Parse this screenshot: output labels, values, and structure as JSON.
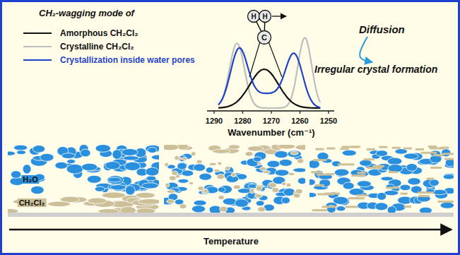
{
  "diagram": {
    "nodes": [
      {
        "text": [
          "Diffusion"
        ]
      },
      {
        "text": [
          "Irregular crystal formation"
        ]
      }
    ],
    "edges": [
      {
        "from": 0,
        "to": 1,
        "arrow": "to"
      }
    ],
    "labels": [
      "CH₂-wagging mode of",
      "H",
      "H",
      "C",
      "1290",
      "1280",
      "1270",
      "1260",
      "1250",
      "Wavenumber (cm⁻¹)",
      "H₂O",
      "CH₂Cl₂",
      "Temperature"
    ],
    "legend": [
      {
        "text": "Amorphous CH₂Cl₂"
      },
      {
        "text": "Crystalline CH₂Cl₂"
      },
      {
        "text": "Crystallization inside water pores"
      }
    ]
  }
}
